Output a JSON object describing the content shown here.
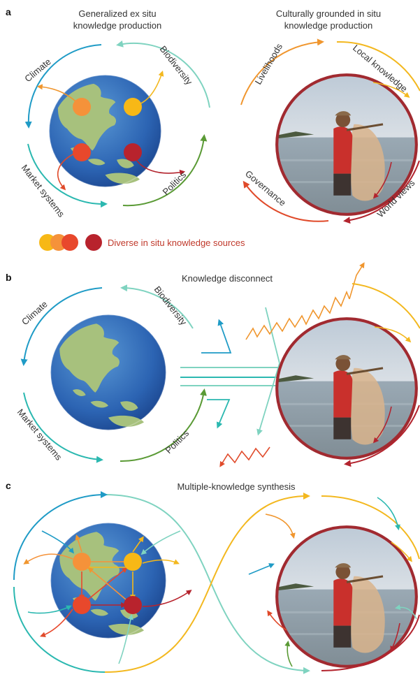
{
  "panels": {
    "a": {
      "letter": "a",
      "left_title_1": "Generalized ex situ",
      "left_title_2": "knowledge production",
      "right_title_1": "Culturally grounded in situ",
      "right_title_2": "knowledge production",
      "globe_labels": {
        "climate": "Climate",
        "biodiversity": "Biodiversity",
        "market": "Market systems",
        "politics": "Politics"
      },
      "photo_labels": {
        "livelihoods": "Livelihoods",
        "local_knowledge": "Local knowledge",
        "governance": "Governance",
        "world_views": "World views"
      },
      "legend_text": "Diverse in situ knowledge sources"
    },
    "b": {
      "letter": "b",
      "title": "Knowledge disconnect",
      "globe_labels": {
        "climate": "Climate",
        "biodiversity": "Biodiversity",
        "market": "Market systems",
        "politics": "Politics"
      }
    },
    "c": {
      "letter": "c",
      "title": "Multiple-knowledge synthesis"
    }
  },
  "colors": {
    "climate": "#1f9bc6",
    "biodiversity": "#7fd3c0",
    "market": "#2bb8b0",
    "politics": "#5a9a35",
    "livelihoods": "#f0962e",
    "local_knowledge": "#f3b81f",
    "governance": "#e04a2a",
    "world_views": "#b3242e",
    "legend_text": "#c0392b",
    "node_orange": "#f5923a",
    "node_yellow": "#f7b816",
    "node_red": "#e8482c",
    "node_darkred": "#b8232d"
  },
  "icons": [
    "globe-icon",
    "fisher-photo-icon"
  ]
}
